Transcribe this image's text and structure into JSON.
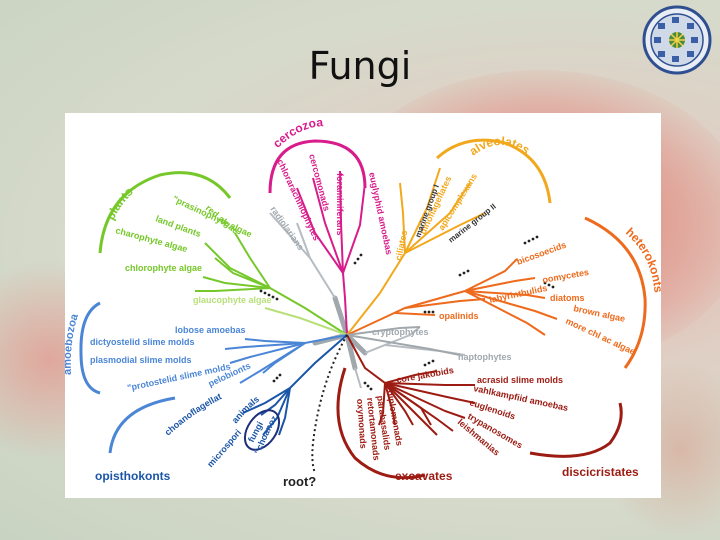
{
  "slide": {
    "title": "Fungi"
  },
  "groups": {
    "cercozoa": "cercozoa",
    "alveolates": "alveolates",
    "heterokonts": "heterokonts",
    "plants": "plants",
    "amoebozoa": "amoebozoa",
    "opisthokonts": "opisthokonts",
    "excavates": "excavates",
    "discicristates": "discicristates",
    "root": "root?"
  },
  "taxa": {
    "cercomonads": "cercomonads",
    "chlorarachniophytes": "chlorarachniophytes",
    "foraminiferans": "foraminiferans",
    "euglyphid_amoebas": "euglyphid amoebas",
    "radiolarians": "radiolarians",
    "ciliates": "ciliates",
    "marine_group_1": "marine group I",
    "dinoflagellates": "dinoflagellates",
    "apicomplexans": "apicomplexans",
    "marine_group_2": "marine group II",
    "bicosoecids": "bicosoecids",
    "oomycetes": "oomycetes",
    "diatoms": "diatoms",
    "brown_algae": "brown algae",
    "more_chl_ac_algae": "more chl ac algae",
    "labyrinthulids": "labyrinthulids",
    "opalinids": "opalinids",
    "cryptophytes": "cryptophytes",
    "haptophytes": "haptophytes",
    "red_algae": "red algae",
    "prasinophyte_algae": "\"prasinophyte algae",
    "land_plants": "land plants",
    "charophyte_algae": "charophyte algae",
    "chlorophyte_algae": "chlorophyte algae",
    "glaucophyte_algae": "glaucophyte algae",
    "lobose_amoebas": "lobose amoebas",
    "dictyostelid_slime_molds": "dictyostelid slime molds",
    "plasmodial_slime_molds": "plasmodial slime molds",
    "protostelid_slime_molds": "\"protostelid slime molds",
    "pelobionts": "pelobionts",
    "choanoflagellates": "choanoflagellates",
    "animals": "animals",
    "fungi": "fungi",
    "choanozoa": "\"choanozoa",
    "microsporidia": "microsporidia",
    "core_jakobids": "core jakobids",
    "diplomonads": "diplomonads",
    "parabasalids": "parabasalids",
    "retortamonads": "retortamonads",
    "oxymonads": "oxymonads",
    "acrasid_slime_molds": "acrasid slime molds",
    "vahlkampfiid_amoebas": "vahlkampfiid amoebas",
    "euglenoids": "euglenoids",
    "trypanosomes": "trypanosomes",
    "leishmanias": "leishmanias"
  },
  "colors": {
    "rhizaria": "#d91c8c",
    "alveolates": "#f2a81d",
    "heterokonts": "#ee6a1c",
    "plants": "#76c82a",
    "amoebozoa": "#4b86d6",
    "opisthokonts": "#1a55a8",
    "excavates": "#9c1b12",
    "grey": "#a0a8ae",
    "highlight": "#1e2f7a"
  }
}
